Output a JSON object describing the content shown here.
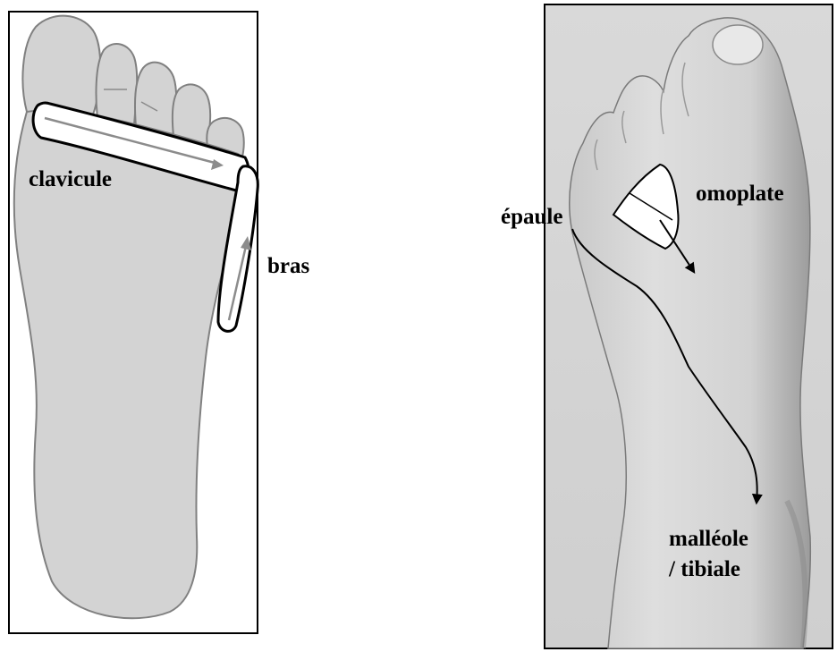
{
  "left_panel": {
    "labels": {
      "clavicule": "clavicule",
      "bras": "bras"
    }
  },
  "right_panel": {
    "labels": {
      "epaule": "épaule",
      "omoplate": "omoplate",
      "malleole": "malléole",
      "tibiale": "/ tibiale"
    }
  }
}
